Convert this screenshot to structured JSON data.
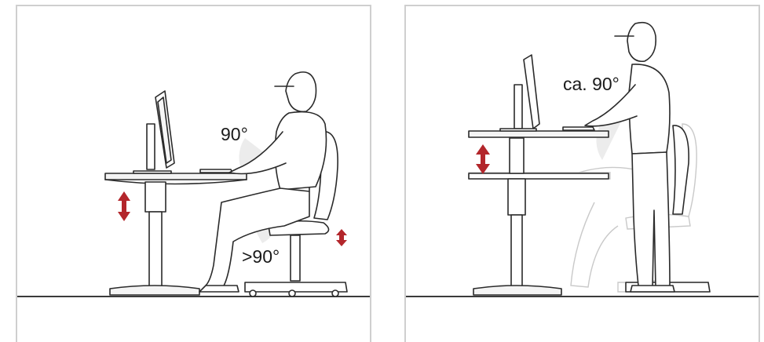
{
  "panels": {
    "sitting": {
      "back_angle_label": "90°",
      "knee_angle_label": ">90°"
    },
    "standing": {
      "elbow_angle_label": "ca. 90°"
    }
  },
  "colors": {
    "arrow": "#b3262b",
    "line": "#2a2a2a",
    "ghost": "#c9c9c9",
    "angle_fill": "#ececec"
  },
  "icons": {
    "height_adjust": "double-arrow-vertical",
    "seat_adjust": "double-arrow-vertical-small"
  }
}
